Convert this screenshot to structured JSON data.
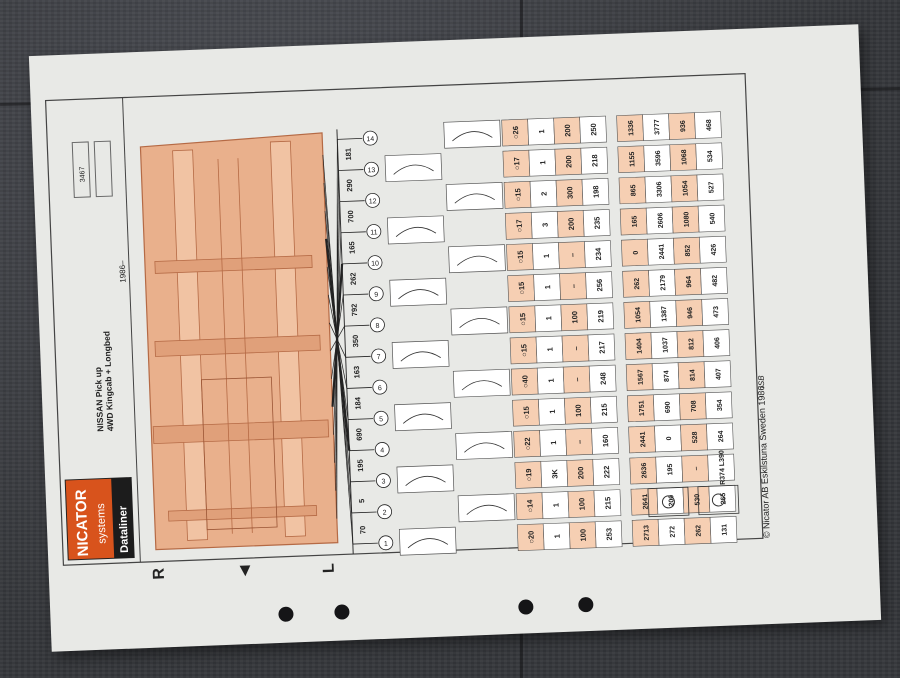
{
  "header": {
    "vehicle_line1": "NISSAN Pick up",
    "vehicle_line2": "4WD Kingcab + Longbed",
    "year": "1986–",
    "sheet_number": "3467"
  },
  "brand": {
    "name_top": "NICATOR",
    "name_mid": "systems",
    "name_bottom": "Dataliner"
  },
  "side_labels": {
    "right": "R",
    "left": "L"
  },
  "dimensions": [
    "70",
    "5",
    "195",
    "690",
    "184",
    "163",
    "350",
    "792",
    "262",
    "165",
    "700",
    "290",
    "181"
  ],
  "point_numbers": [
    "1",
    "2",
    "3",
    "4",
    "5",
    "6",
    "7",
    "8",
    "9",
    "10",
    "11",
    "12",
    "13",
    "14"
  ],
  "table": {
    "row_parts": [
      "20",
      "14",
      "19",
      "22",
      "15",
      "40",
      "15",
      "15",
      "15",
      "15",
      "17",
      "15",
      "17",
      "26"
    ],
    "row_qty": [
      "1",
      "1",
      "3K",
      "1",
      "1",
      "1",
      "1",
      "1",
      "1",
      "1",
      "3",
      "2",
      "1",
      "1"
    ],
    "row_a": [
      "100",
      "100",
      "200",
      "–",
      "100",
      "–",
      "–",
      "100",
      "–",
      "–",
      "200",
      "300",
      "200",
      "200"
    ],
    "row_b": [
      "253",
      "215",
      "222",
      "160",
      "215",
      "248",
      "217",
      "219",
      "256",
      "234",
      "235",
      "198",
      "218",
      "250"
    ]
  },
  "table2": {
    "row_1": [
      "2713",
      "2641",
      "2636",
      "2441",
      "1751",
      "1567",
      "1404",
      "1054",
      "262",
      "0",
      "165",
      "865",
      "1155",
      "1336"
    ],
    "row_2": [
      "272",
      "200",
      "195",
      "0",
      "690",
      "874",
      "1037",
      "1387",
      "2179",
      "2441",
      "2606",
      "3306",
      "3596",
      "3777"
    ],
    "row_3": [
      "262",
      "530",
      "–",
      "528",
      "708",
      "814",
      "812",
      "946",
      "964",
      "852",
      "1080",
      "1054",
      "1068",
      "936"
    ],
    "row_4": [
      "131",
      "265",
      "R374 L390",
      "264",
      "354",
      "407",
      "406",
      "473",
      "482",
      "426",
      "540",
      "527",
      "534",
      "468"
    ]
  },
  "footer": {
    "copyright": "© Nicator AB Eskilstuna Sweden 1986",
    "mark": "ISB"
  },
  "colors": {
    "frame_fill": "#e9b08c",
    "frame_stroke": "#b56a45",
    "table_peach": "#f6cfb3",
    "logo_orange": "#d8531c"
  }
}
